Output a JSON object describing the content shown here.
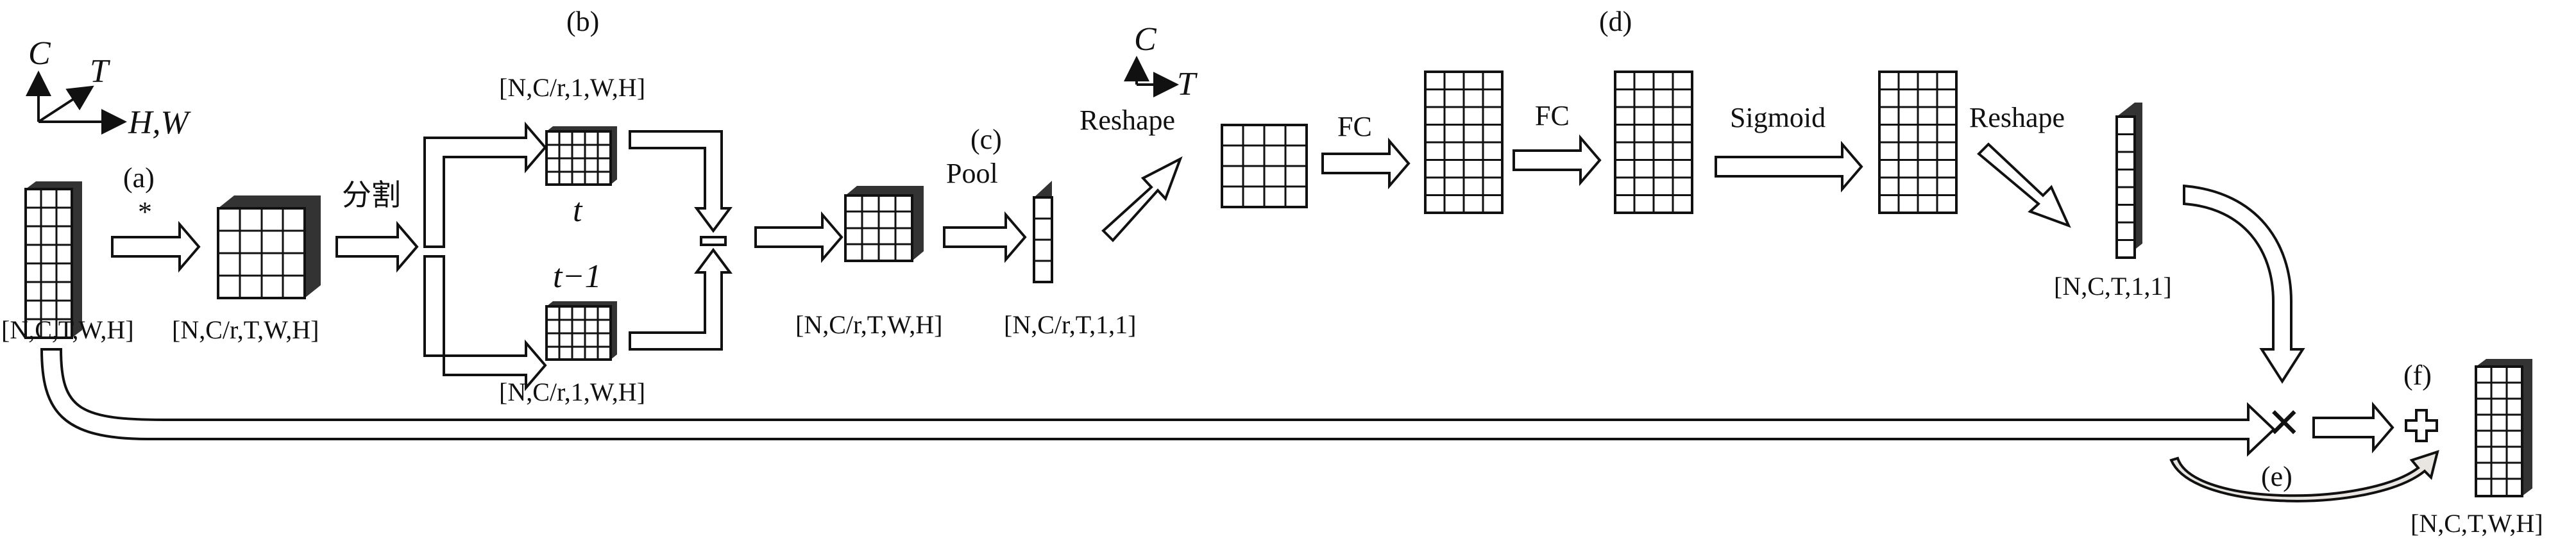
{
  "colors": {
    "stroke": "#111111",
    "fill": "#ffffff",
    "shade": "#e9e6e2"
  },
  "axes": {
    "top_left": {
      "c": "C",
      "t": "T",
      "hw": "H,W"
    },
    "reshape": {
      "c": "C",
      "t": "T"
    }
  },
  "labels": {
    "a": "(a)",
    "a_op": "*",
    "b": "(b)",
    "c": "(c)",
    "d": "(d)",
    "e": "(e)",
    "f": "(f)",
    "split": "分割",
    "t": "t",
    "t_minus_1": "t−1",
    "pool": "Pool",
    "reshape1": "Reshape",
    "fc1": "FC",
    "fc2": "FC",
    "sigmoid": "Sigmoid",
    "reshape2": "Reshape"
  },
  "dims": {
    "input": "[N,C,T,W,H]",
    "reduced": "[N,C/r,T,W,H]",
    "branch_t": "[N,C/r,1,W,H]",
    "branch_t1": "[N,C/r,1,W,H]",
    "diff_out": "[N,C/r,T,W,H]",
    "pooled": "[N,C/r,T,1,1]",
    "attention": "[N,C,T,1,1]",
    "output": "[N,C,T,W,H]"
  },
  "symbols": {
    "multiply": "✕",
    "add": "+"
  }
}
